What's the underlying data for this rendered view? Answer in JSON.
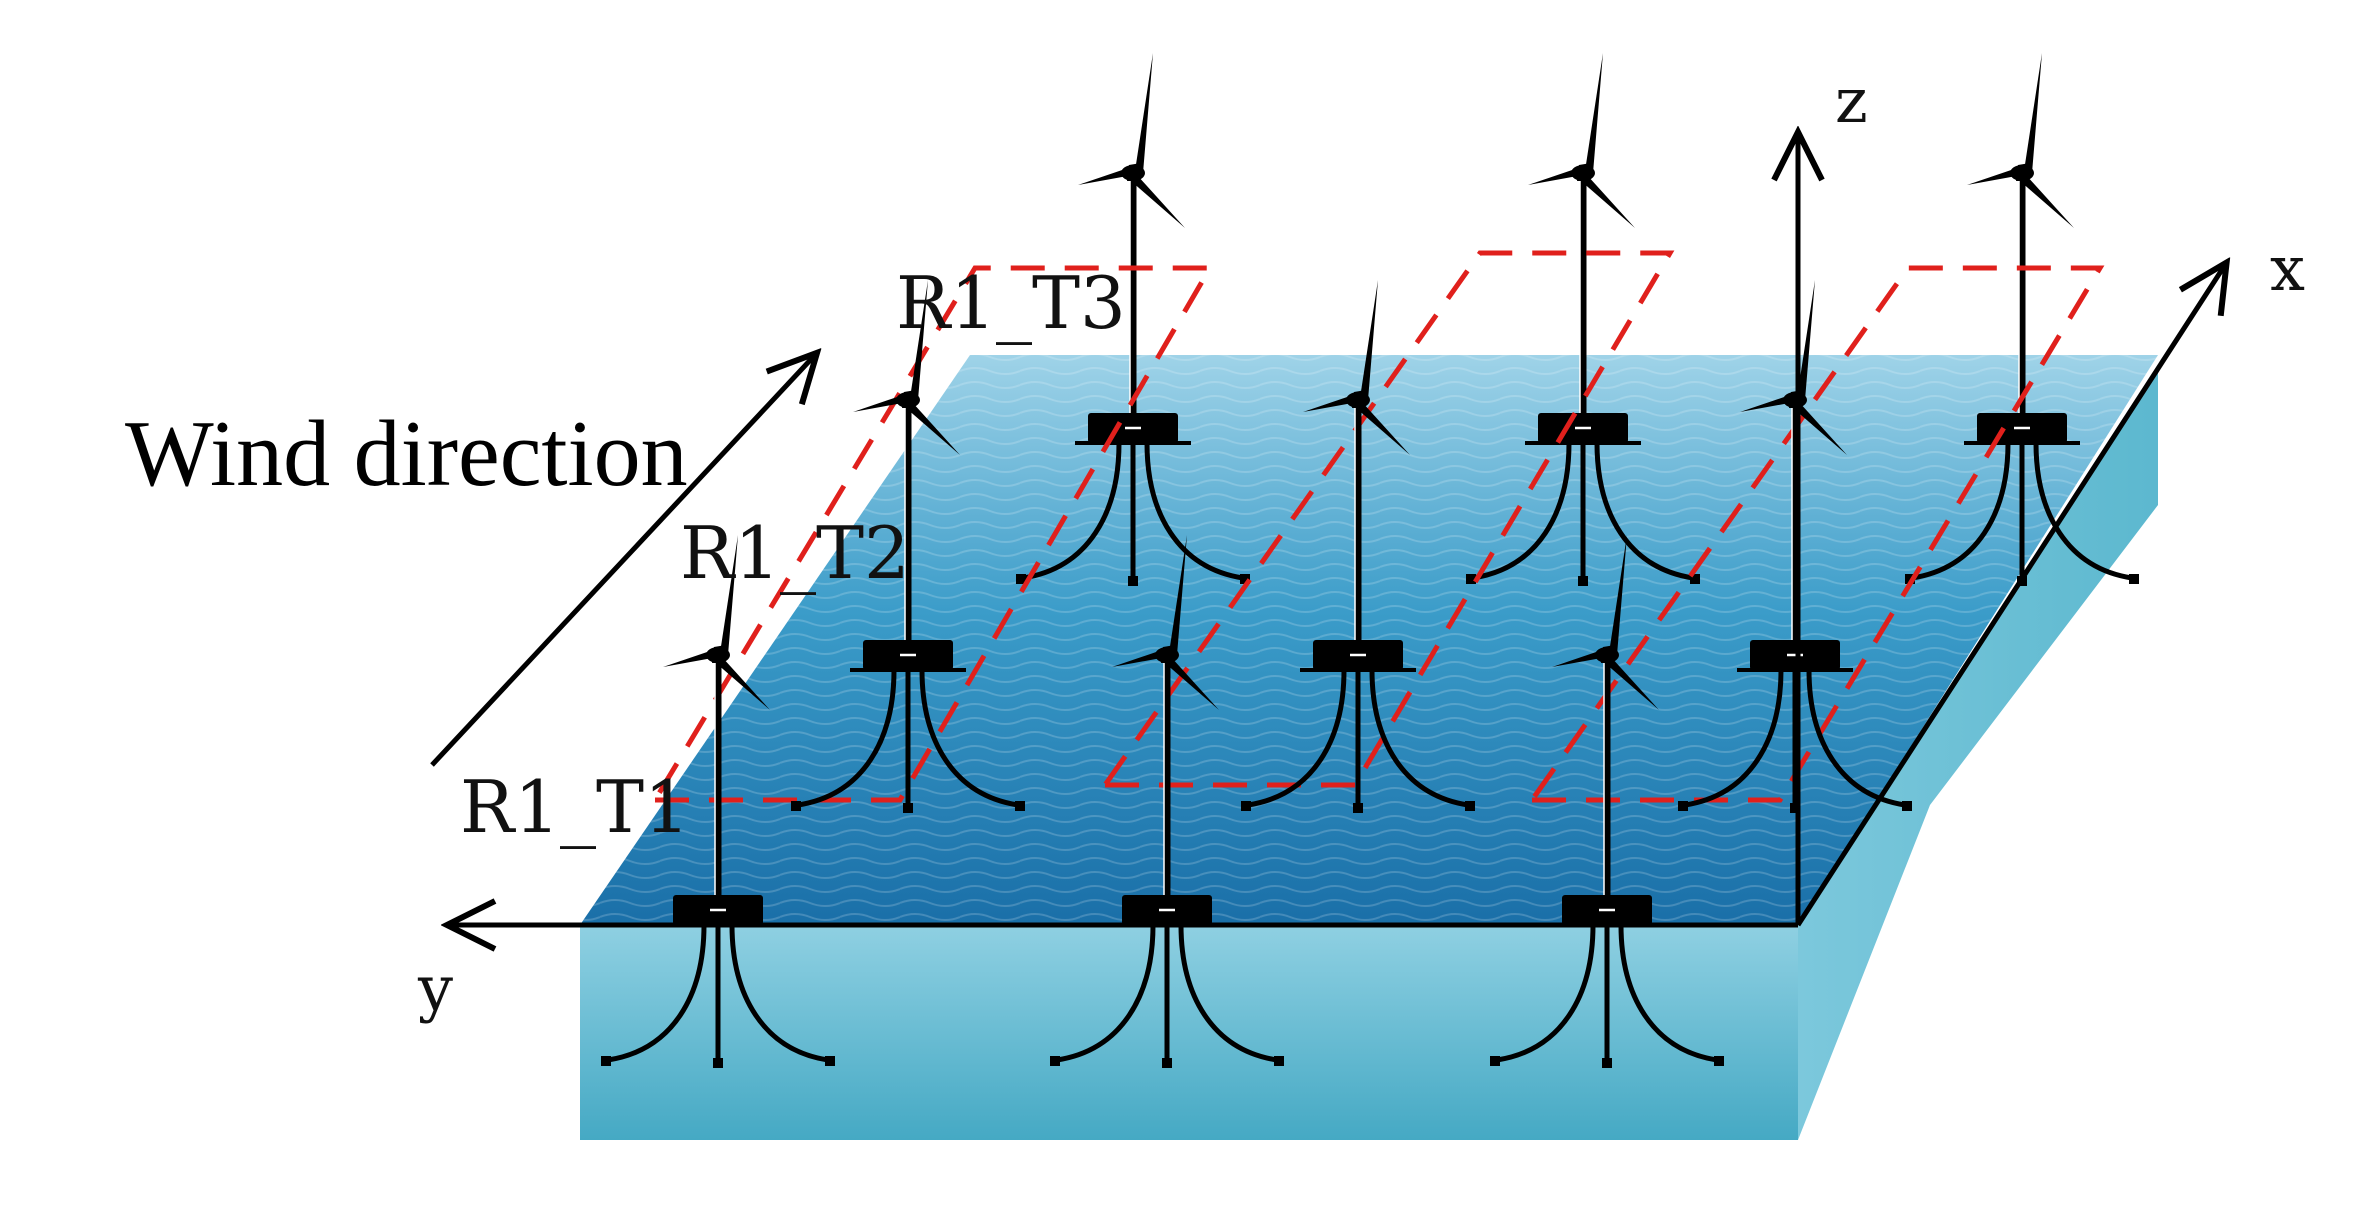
{
  "labels": {
    "wind_direction": "Wind direction",
    "turbine_1": "R1_T1",
    "turbine_2": "R1_T2",
    "turbine_3": "R1_T3",
    "axis_x": "x",
    "axis_y": "y",
    "axis_z": "z"
  },
  "colors": {
    "water_surface_far": "#9fd3e8",
    "water_surface_mid": "#3b9cc9",
    "water_surface_near": "#1a6fa8",
    "water_side_top": "#8fd0e2",
    "water_side_bottom": "#45a9c4",
    "water_right_side": "#5cb8cf",
    "boundary_dash": "#e0201c",
    "turbine": "#000000"
  },
  "icons": {
    "turbine": "floating-wind-turbine-icon",
    "mooring": "mooring-lines-icon"
  }
}
